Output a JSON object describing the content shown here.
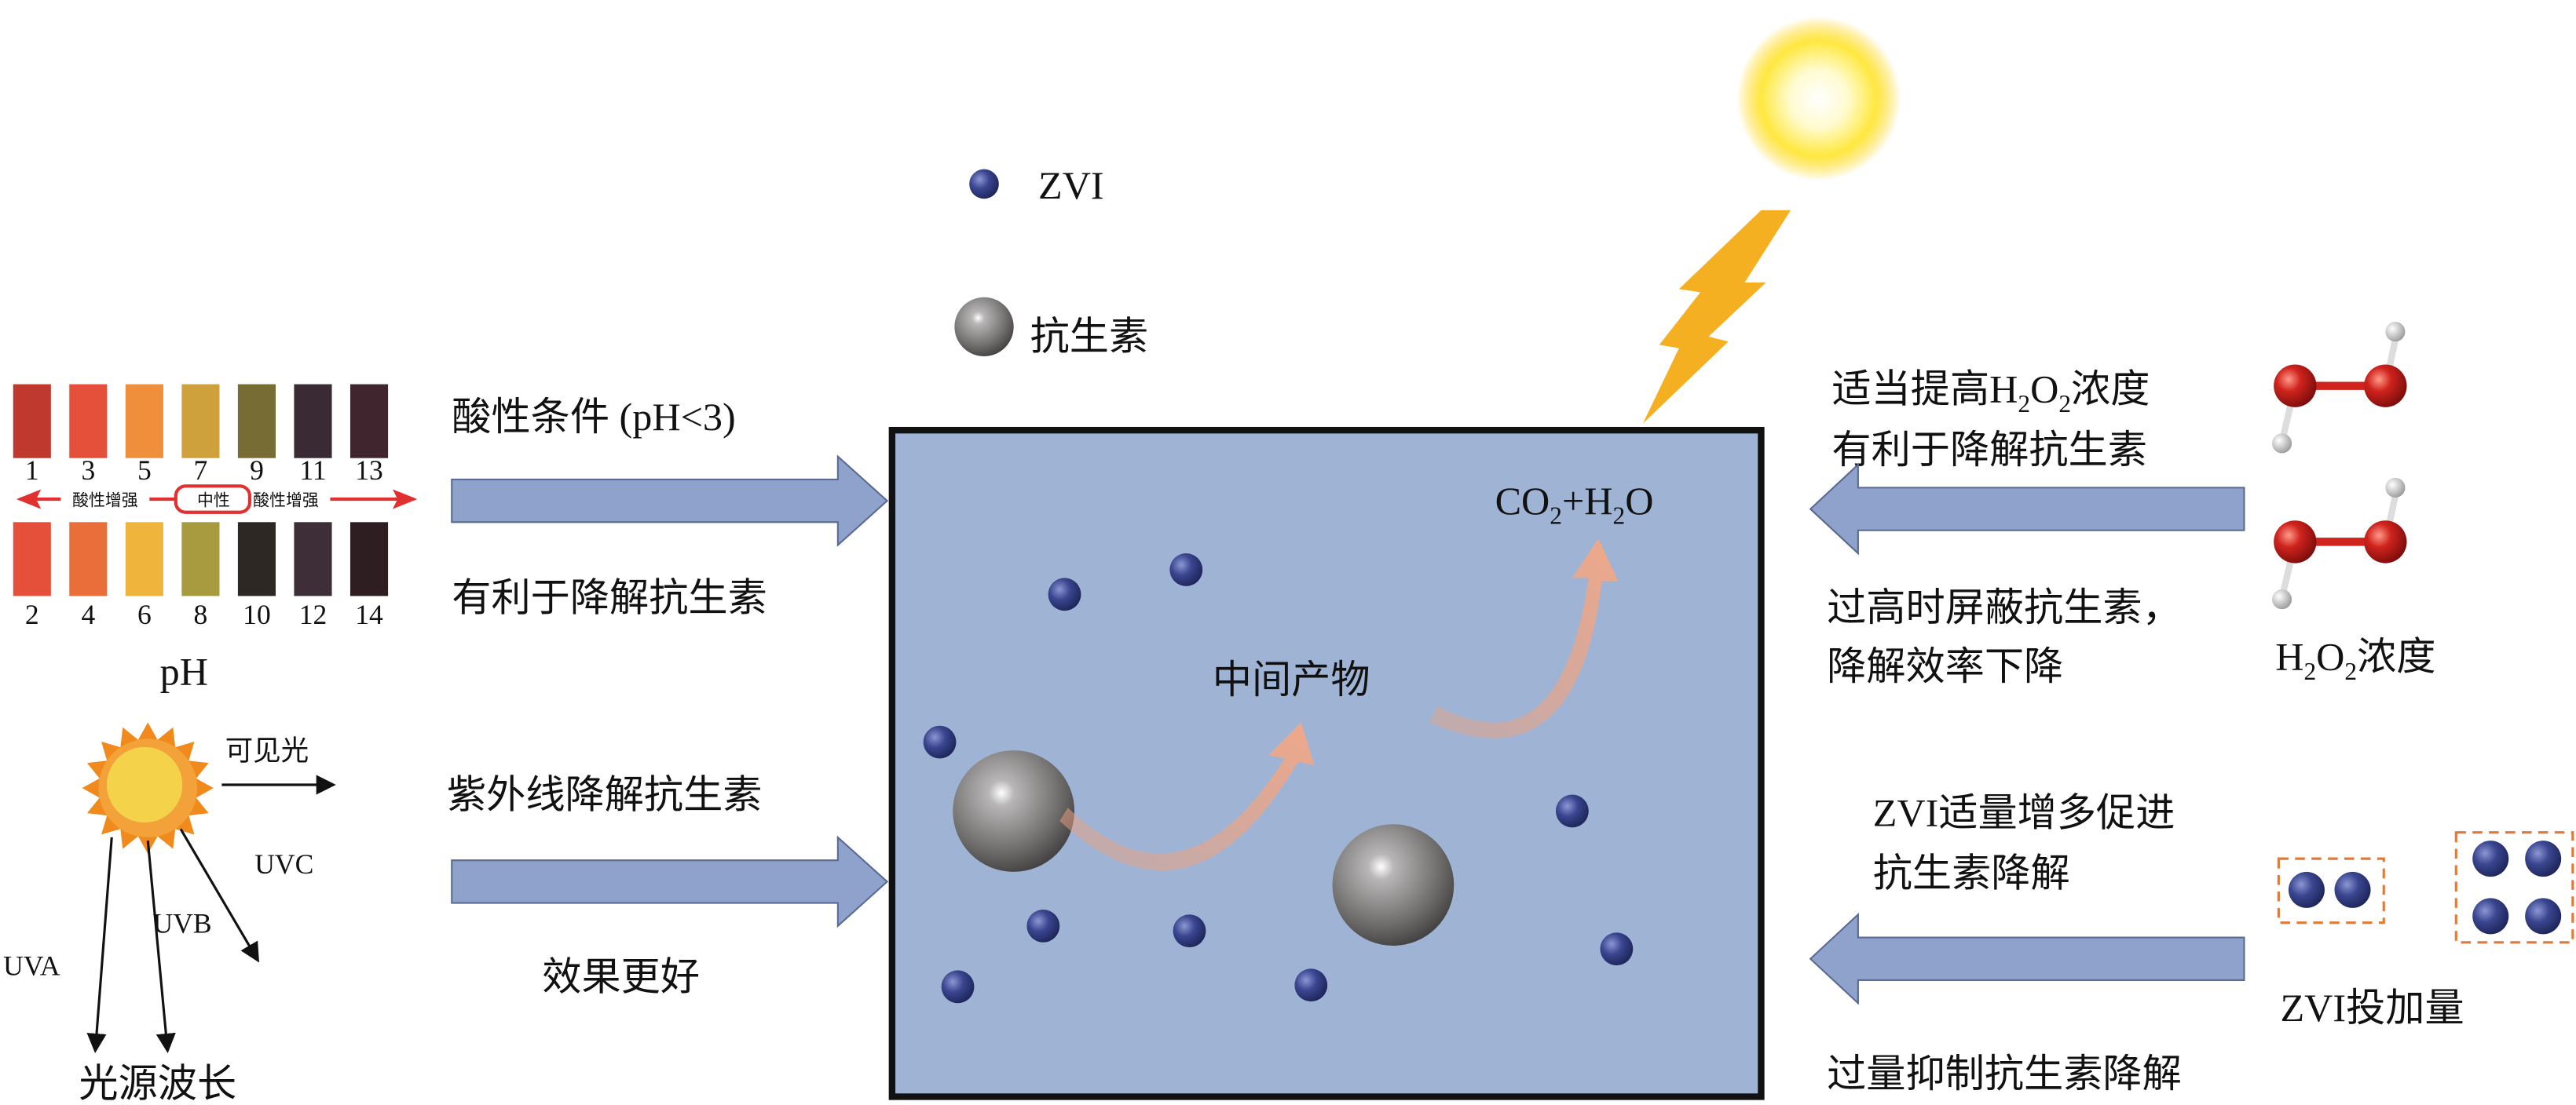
{
  "legend": {
    "zvi": "ZVI",
    "antibiotic": "抗生素"
  },
  "ph": {
    "title": "pH",
    "top_numbers": [
      "1",
      "3",
      "5",
      "7",
      "9",
      "11",
      "13"
    ],
    "bottom_numbers": [
      "2",
      "4",
      "6",
      "8",
      "10",
      "12",
      "14"
    ],
    "top_colors": [
      "#c0392f",
      "#e4503a",
      "#ef8f3b",
      "#cfa13c",
      "#776c33",
      "#3a2a33",
      "#40252f"
    ],
    "bottom_colors": [
      "#e5503a",
      "#ea6e3a",
      "#eeb43c",
      "#a89a3e",
      "#2d2824",
      "#3e2e38",
      "#2e1e22"
    ],
    "left_scale": "酸性增强",
    "neutral": "中性",
    "right_scale": "酸性增强"
  },
  "light": {
    "title": "光源波长",
    "visible": "可见光",
    "uva": "UVA",
    "uvb": "UVB",
    "uvc": "UVC"
  },
  "left_factors": {
    "ph_condition": "酸性条件 (pH<3)",
    "ph_effect": "有利于降解抗生素",
    "uv_condition": "紫外线降解抗生素",
    "uv_effect": "效果更好"
  },
  "reactor": {
    "intermediate": "中间产物",
    "product": [
      "CO",
      "2",
      "+H",
      "2",
      "O"
    ]
  },
  "right_factors": {
    "h2o2_up_1": [
      "适当提高H",
      "2",
      "O",
      "2",
      "浓度"
    ],
    "h2o2_up_2": "有利于降解抗生素",
    "h2o2_down_1": "过高时屏蔽抗生素，",
    "h2o2_down_2": "降解效率下降",
    "h2o2_title": [
      "H",
      "2",
      "O",
      "2",
      "浓度"
    ],
    "zvi_up_1": "ZVI适量增多促进",
    "zvi_up_2": "抗生素降解",
    "zvi_down": "过量抑制抗生素降解",
    "zvi_title": "ZVI投加量"
  },
  "colors": {
    "reactor_fill": "#9fb4d4",
    "arrow_fill": "#8fa2cc",
    "zvi": "#2e3a80",
    "oxygen": "#d0231d"
  }
}
